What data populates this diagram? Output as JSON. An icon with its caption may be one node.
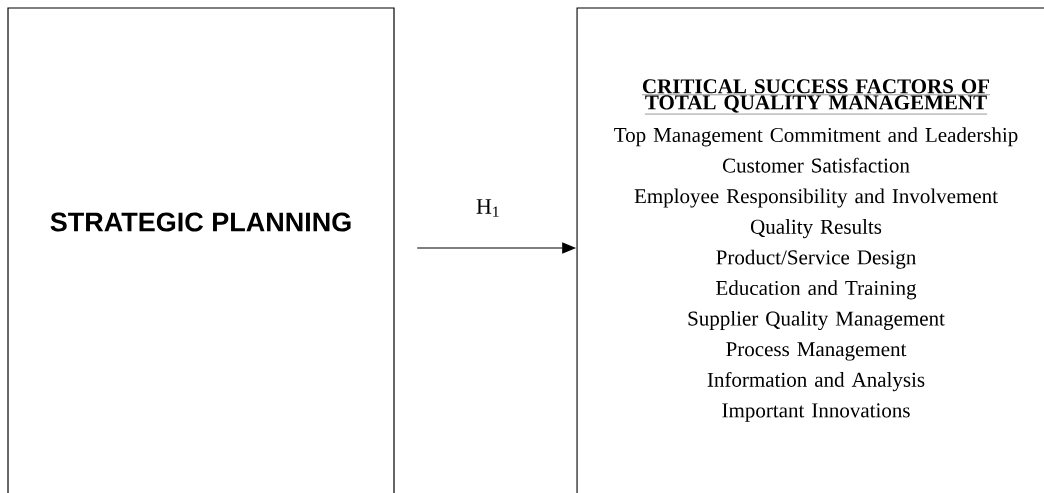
{
  "diagram": {
    "nodes": [
      {
        "text": [
          "STRATEGIC PLANNING"
        ]
      },
      {
        "text": [
          "CRITICAL SUCCESS FACTORS OF TOTAL QUALITY MANAGEMENT",
          "Top Management Commitment and Leadership",
          "Customer Satisfaction",
          "Employee Responsibility and Involvement",
          "Quality Results",
          "Product/Service Design",
          "Education and Training",
          "Supplier Quality Management",
          "Process Management",
          "Information and Analysis",
          "Important Innovations"
        ]
      }
    ],
    "edges": [
      {
        "from": 0,
        "to": 1,
        "arrow": "to",
        "label": "H$_{1}$"
      }
    ]
  }
}
